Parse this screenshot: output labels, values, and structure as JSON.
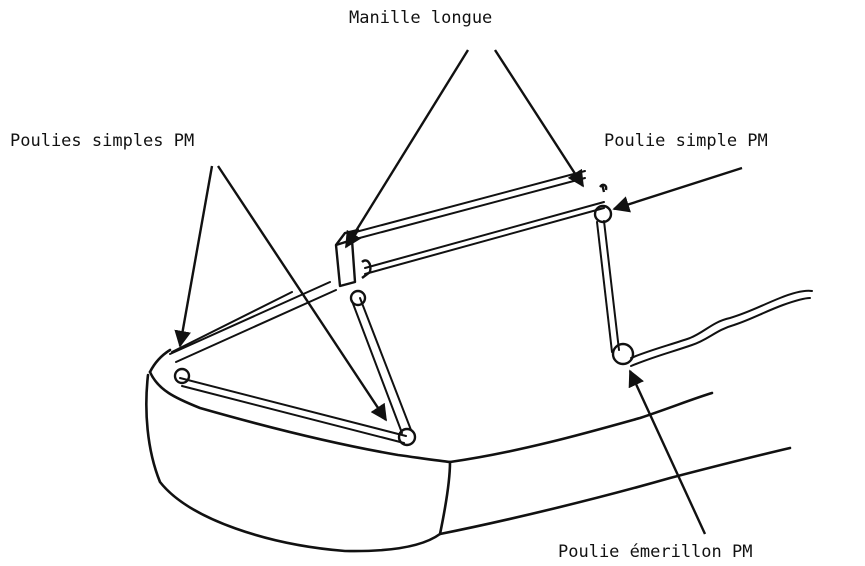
{
  "labels": {
    "manille": "Manille longue",
    "poulies_simples": "Poulies simples PM",
    "poulie_simple": "Poulie simple PM",
    "poulie_emerillon": "Poulie émerillon PM"
  },
  "colors": {
    "ink": "#111111",
    "background": "#ffffff"
  }
}
